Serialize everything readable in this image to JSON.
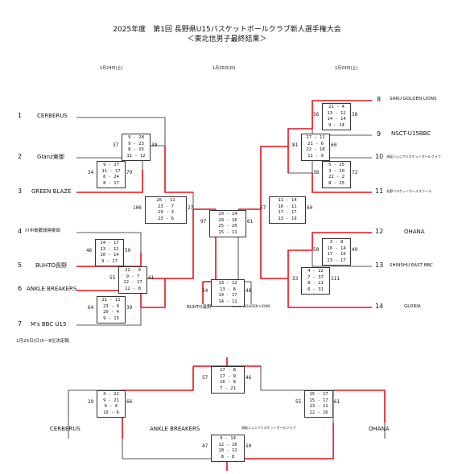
{
  "header": {
    "title": "2025年度　第1回 長野県U15バスケットボールクラブ新人選手権大会",
    "subtitle": "＜東北信男子最終結果＞"
  },
  "dates": {
    "left": "1月24日(土)",
    "center": "1月25日(日)",
    "right": "1月24日(土)"
  },
  "seeds": [
    "1",
    "2",
    "3",
    "4",
    "5",
    "6",
    "7",
    "8",
    "9",
    "10",
    "11",
    "12",
    "13",
    "14"
  ],
  "teams": {
    "t1": "CERBERUS",
    "t2": "Glanz東御",
    "t3": "GREEN BLAZE",
    "t4": "川中島籠球倶楽部",
    "t5": "BUHTO長野",
    "t6": "ANKLE BREAKERS",
    "t7": "M's BBC U15",
    "t8": "SAKU GOLDEN LIONS",
    "t9": "NSCT-U15BBC",
    "t10": "須坂ジュニアバスケットボールクラブ",
    "t11": "長野バスケットボールスクール",
    "t12": "OHANA",
    "t13": "SHINSHU EAST BBC",
    "t14": "GLORIA"
  },
  "final_labels": {
    "left": "BUHTO長野",
    "right": "SAKU GOLDEN LIONS"
  },
  "placement_note": "1月25日(日)5〜8位決定戦",
  "placement_teams": {
    "a": "CERBERUS",
    "b": "ANKLE BREAKERS",
    "c": "須坂ジュニアバスケットボールクラブ",
    "d": "OHANA"
  },
  "matches": [
    {
      "id": "m1",
      "a": "37",
      "b": "39",
      "q": [
        [
          "9",
          "28"
        ],
        [
          "9",
          "23"
        ],
        [
          "8",
          "15"
        ],
        [
          "11",
          "12"
        ]
      ]
    },
    {
      "id": "m2",
      "a": "34",
      "b": "79",
      "q": [
        [
          "9",
          "27"
        ],
        [
          "11",
          "17"
        ],
        [
          "6",
          "24"
        ],
        [
          "8",
          "17"
        ]
      ]
    },
    {
      "id": "m3",
      "a": "106",
      "b": "27",
      "q": [
        [
          "26",
          "11"
        ],
        [
          "23",
          "7"
        ],
        [
          "29",
          "3"
        ],
        [
          "23",
          "6"
        ]
      ]
    },
    {
      "id": "m4",
      "a": "46",
      "b": "50",
      "q": [
        [
          "14",
          "17"
        ],
        [
          "13",
          "12"
        ],
        [
          "10",
          "14"
        ],
        [
          "9",
          "17"
        ]
      ]
    },
    {
      "id": "m5",
      "a": "55",
      "b": "41",
      "q": [
        [
          "22",
          "9"
        ],
        [
          "9",
          "7"
        ],
        [
          "12",
          "17"
        ],
        [
          "12",
          "8"
        ]
      ]
    },
    {
      "id": "m6",
      "a": "64",
      "b": "39",
      "q": [
        [
          "21",
          "11"
        ],
        [
          "23",
          "9"
        ],
        [
          "20",
          "4"
        ],
        [
          "9",
          "15"
        ]
      ]
    },
    {
      "id": "m7",
      "a": "97",
      "b": "61",
      "q": [
        [
          "29",
          "14"
        ],
        [
          "28",
          "16"
        ],
        [
          "25",
          "20"
        ],
        [
          "15",
          "11"
        ]
      ]
    },
    {
      "id": "m8",
      "a": "56",
      "b": "38",
      "q": [
        [
          "21",
          "4"
        ],
        [
          "13",
          "12"
        ],
        [
          "14",
          "14"
        ],
        [
          "9",
          "14"
        ]
      ]
    },
    {
      "id": "m9",
      "a": "81",
      "b": "60",
      "q": [
        [
          "27",
          "11"
        ],
        [
          "21",
          "6"
        ],
        [
          "22",
          "18"
        ],
        [
          "11",
          "9"
        ]
      ]
    },
    {
      "id": "m10",
      "a": "38",
      "b": "72",
      "q": [
        [
          "5",
          "25"
        ],
        [
          "3",
          "20"
        ],
        [
          "22",
          "2"
        ],
        [
          "8",
          "25"
        ]
      ]
    },
    {
      "id": "m11",
      "a": "57",
      "b": "60",
      "q": [
        [
          "11",
          "14"
        ],
        [
          "16",
          "11"
        ],
        [
          "17",
          "17"
        ],
        [
          "13",
          "19"
        ]
      ]
    },
    {
      "id": "m12",
      "a": "50",
      "b": "49",
      "q": [
        [
          "3",
          "8"
        ],
        [
          "16",
          "14"
        ],
        [
          "17",
          "10"
        ],
        [
          "23",
          "17"
        ]
      ]
    },
    {
      "id": "m13",
      "a": "33",
      "b": "111",
      "q": [
        [
          "4",
          "22"
        ],
        [
          "7",
          "37"
        ],
        [
          "8",
          "21"
        ],
        [
          "6",
          "31"
        ]
      ]
    },
    {
      "id": "m14",
      "a": "54",
      "b": "48",
      "q": [
        [
          "13",
          "12"
        ],
        [
          "13",
          "8"
        ],
        [
          "14",
          "17"
        ],
        [
          "14",
          "11"
        ]
      ]
    },
    {
      "id": "m15",
      "a": "57",
      "b": "46",
      "q": [
        [
          "17",
          "8"
        ],
        [
          "17",
          "9"
        ],
        [
          "16",
          "8"
        ],
        [
          "7",
          "21"
        ]
      ]
    },
    {
      "id": "m16",
      "a": "29",
      "b": "66",
      "q": [
        [
          "4",
          "22"
        ],
        [
          "9",
          "21"
        ],
        [
          "6",
          "6"
        ],
        [
          "10",
          "6"
        ]
      ]
    },
    {
      "id": "m17",
      "a": "55",
      "b": "61",
      "q": [
        [
          "15",
          "17"
        ],
        [
          "15",
          "17"
        ],
        [
          "13",
          "11"
        ],
        [
          "12",
          "16"
        ]
      ]
    },
    {
      "id": "m18",
      "a": "47",
      "b": "50",
      "q": [
        [
          "9",
          "14"
        ],
        [
          "12",
          "16"
        ],
        [
          "18",
          "12"
        ],
        [
          "8",
          "8"
        ]
      ]
    }
  ],
  "colors": {
    "win": "#e0141e",
    "line": "#222222"
  }
}
